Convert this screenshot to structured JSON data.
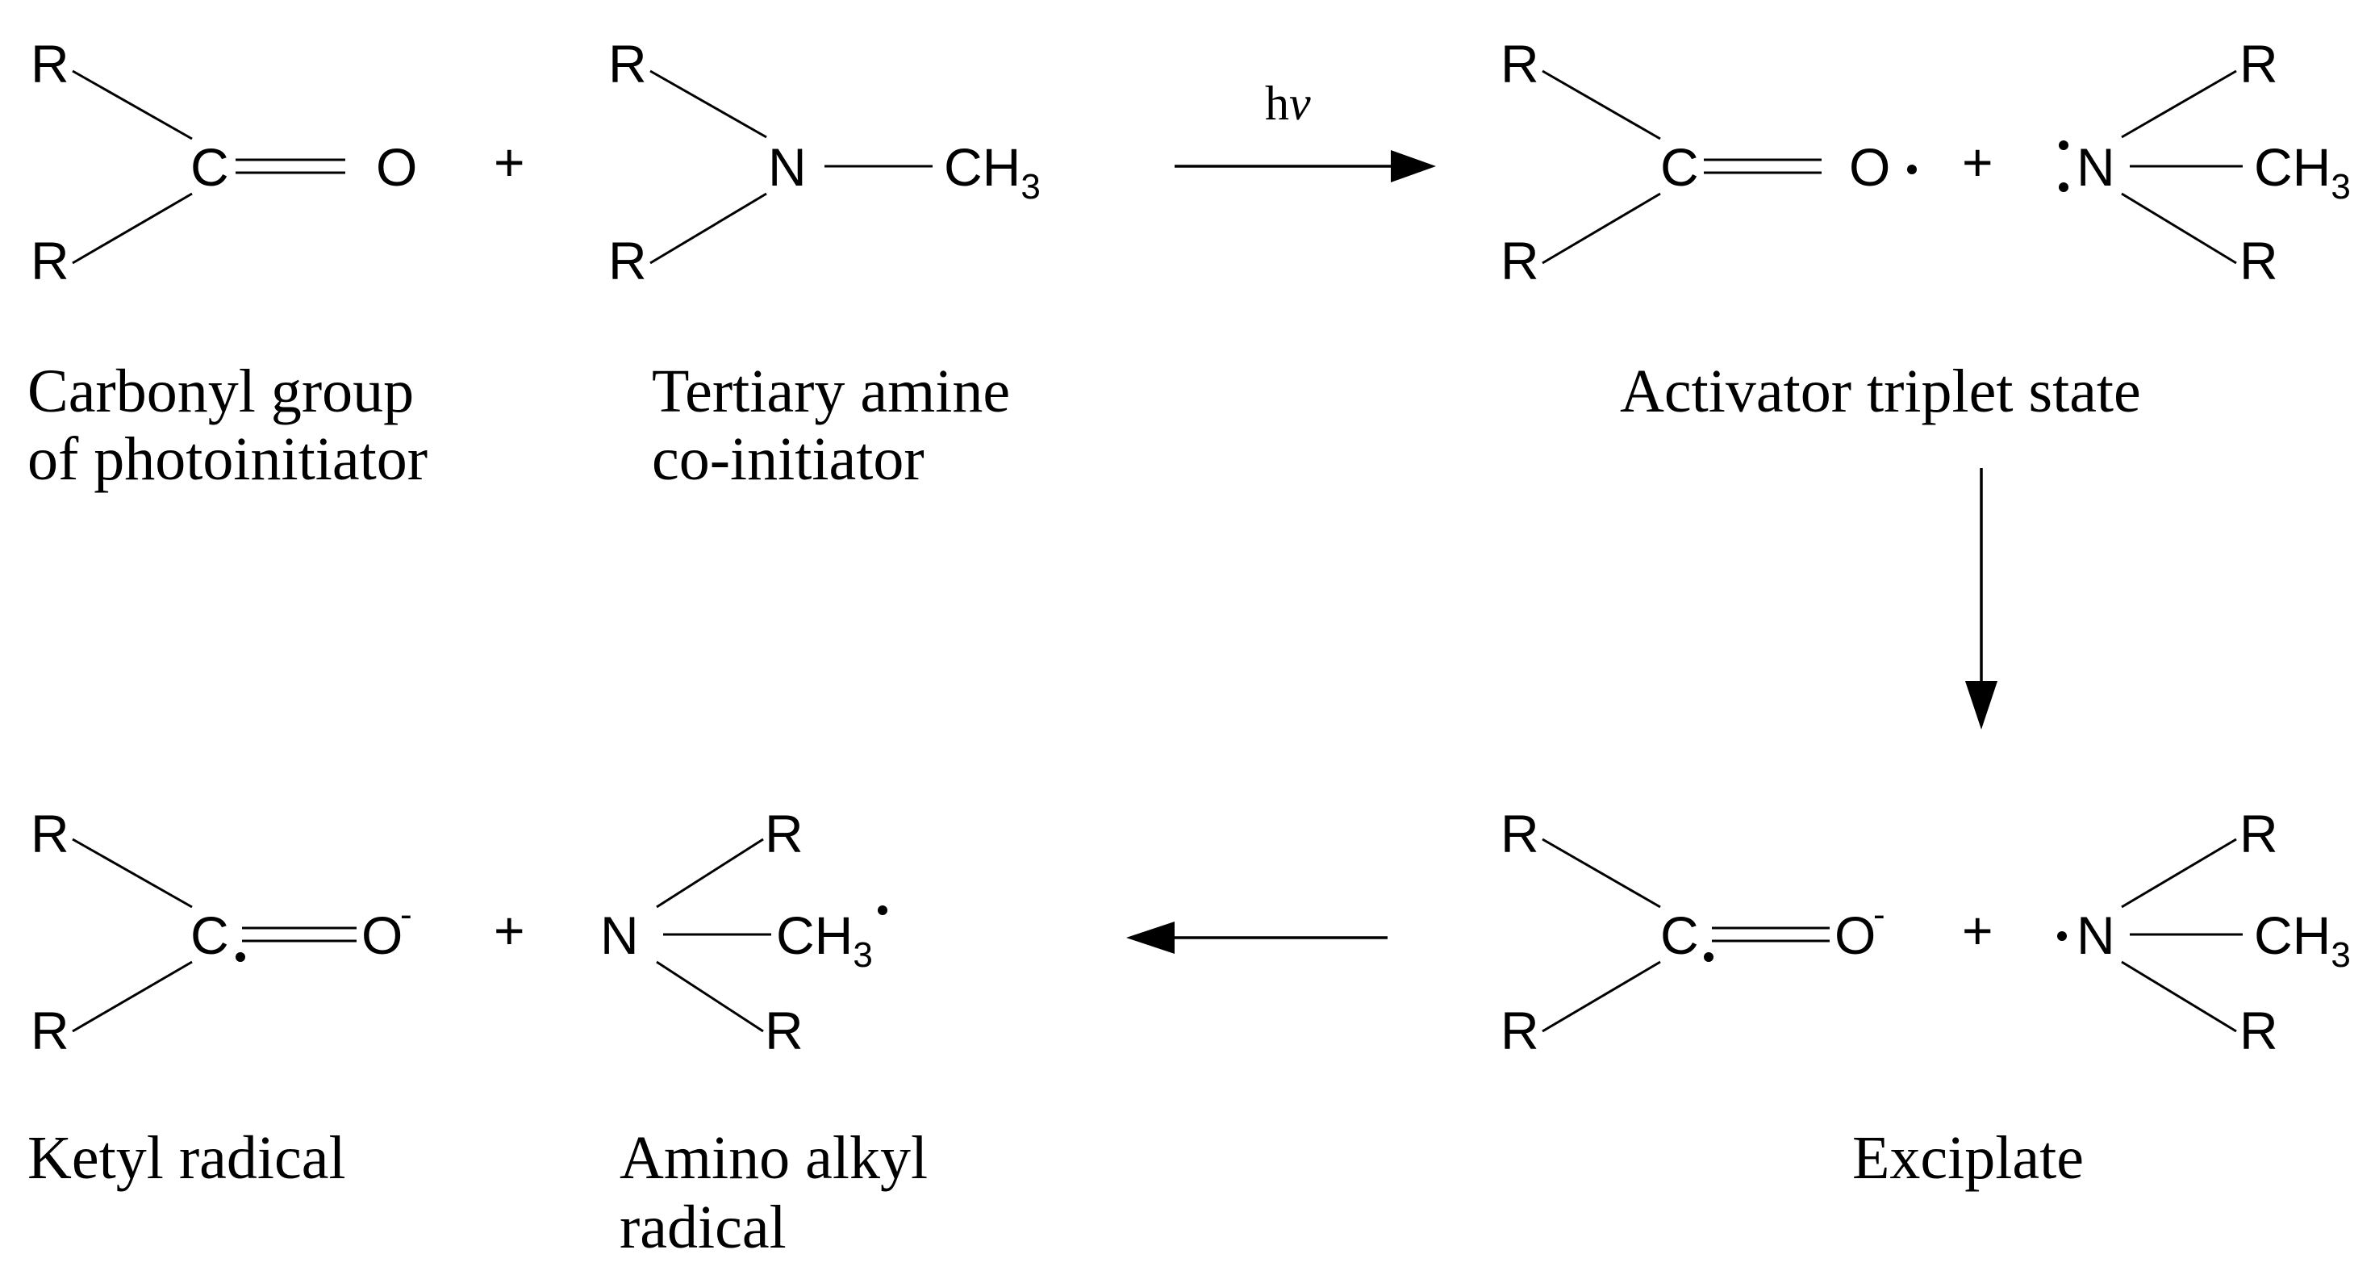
{
  "atoms": {
    "R": "R",
    "C": "C",
    "O": "O",
    "N": "N",
    "CH": "CH",
    "sub3": "3",
    "minus": "-",
    "plus": "+"
  },
  "arrow_label": {
    "h": "h",
    "v": "v"
  },
  "captions": {
    "carbonyl_1": "Carbonyl group",
    "carbonyl_2": "of photoinitiator",
    "amine_1": "Tertiary amine",
    "amine_2": "co-initiator",
    "triplet": "Activator triplet state",
    "exciplate": "Exciplate",
    "ketyl": "Ketyl radical",
    "amino_1": "Amino alkyl",
    "amino_2": "radical"
  }
}
